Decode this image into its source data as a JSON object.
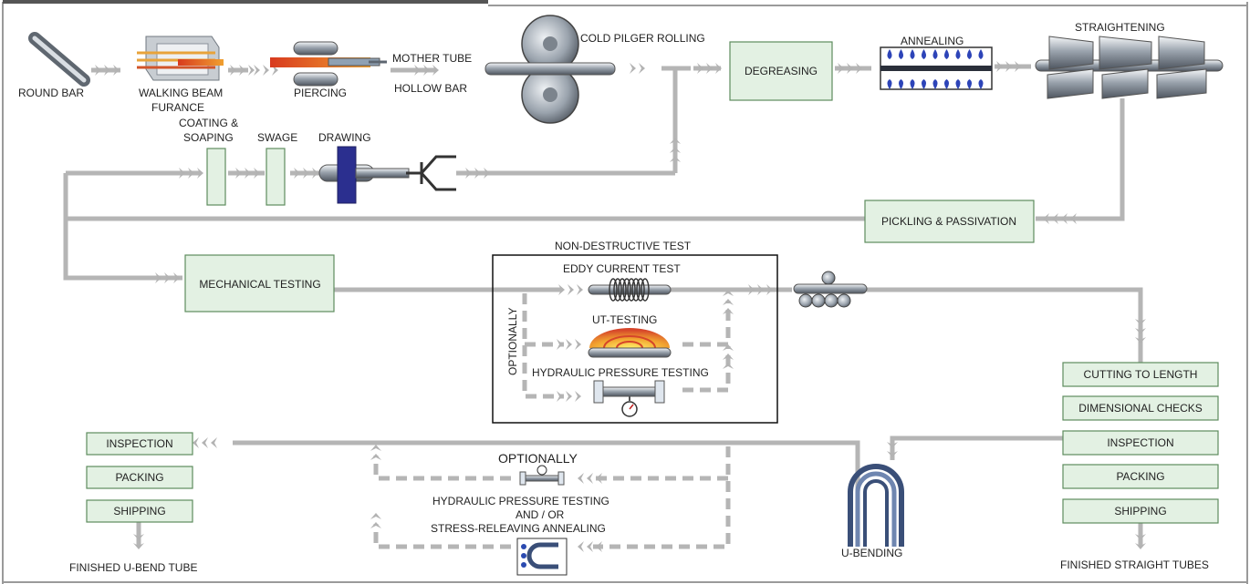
{
  "labels": {
    "round_bar": "ROUND BAR",
    "walking_beam_1": "WALKING BEAM",
    "walking_beam_2": "FURANCE",
    "piercing": "PIERCING",
    "mother_tube": "MOTHER TUBE",
    "hollow_bar": "HOLLOW BAR",
    "cold_pilger": "COLD PILGER ROLLING",
    "degreasing": "DEGREASING",
    "annealing": "ANNEALING",
    "straightening": "STRAIGHTENING",
    "coating_1": "COATING &",
    "coating_2": "SOAPING",
    "swage": "SWAGE",
    "drawing": "DRAWING",
    "pickling": "PICKLING & PASSIVATION",
    "mechanical_testing": "MECHANICAL TESTING",
    "ndt_title": "NON-DESTRUCTIVE TEST",
    "eddy_current": "EDDY CURRENT TEST",
    "optionally_vertical": "OPTIONALLY",
    "ut_testing": "UT-TESTING",
    "hydraulic_test": "HYDRAULIC PRESSURE TESTING",
    "cutting": "CUTTING TO LENGTH",
    "dimensional": "DIMENSIONAL CHECKS",
    "inspection_right": "INSPECTION",
    "packing_right": "PACKING",
    "shipping_right": "SHIPPING",
    "finished_straight": "FINISHED STRAIGHT TUBES",
    "u_bending": "U-BENDING",
    "optionally_bottom": "OPTIONALLY",
    "hydraulic_bottom_1": "HYDRAULIC PRESSURE TESTING",
    "hydraulic_bottom_2": "AND / OR",
    "hydraulic_bottom_3": "STRESS-RELEAVING ANNEALING",
    "inspection_left": "INSPECTION",
    "packing_left": "PACKING",
    "shipping_left": "SHIPPING",
    "finished_ubend": "FINISHED U-BEND TUBE"
  },
  "icons": {
    "round_bar": "round-bar-icon",
    "furnace": "walking-beam-furnace-icon",
    "piercing": "piercing-mill-icon",
    "pilger": "pilger-rolls-icon",
    "annealing": "annealing-furnace-icon",
    "straightening": "straightening-rolls-icon",
    "drawing": "drawing-die-icon",
    "tongs": "drawing-tongs-icon",
    "eddy": "eddy-coil-icon",
    "ut": "ultrasonic-wave-icon",
    "hydraulic": "pressure-gauge-icon",
    "conveyor": "tube-rollers-icon",
    "ubend": "u-bend-tube-icon",
    "stress": "stress-relief-furnace-icon"
  },
  "colors": {
    "process_box": "#e3f1e3",
    "flow": "#b5b5b5",
    "die": "#2b2f8f"
  }
}
